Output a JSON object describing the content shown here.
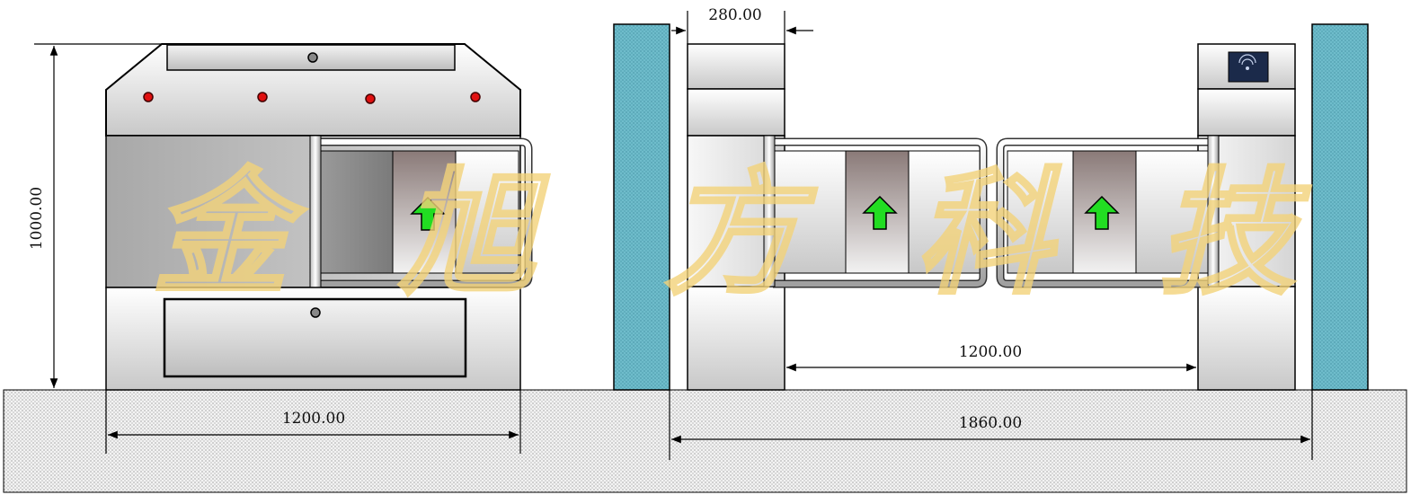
{
  "dimensions": {
    "height_left": "1000.00",
    "width_left": "1200.00",
    "pillar_width": "280.00",
    "passage_width": "1200.00",
    "overall_width": "1860.00"
  },
  "watermark": [
    "金",
    "旭",
    "方",
    "科",
    "技"
  ],
  "direction_icon": "up-arrow-icon",
  "colors": {
    "ground": "#f2f2f2",
    "wall": "#6fbccb",
    "arrow": "#22dd22",
    "lamp": "#e01010",
    "watermark": "#f3d37a",
    "reader": "#1b2a4a"
  }
}
